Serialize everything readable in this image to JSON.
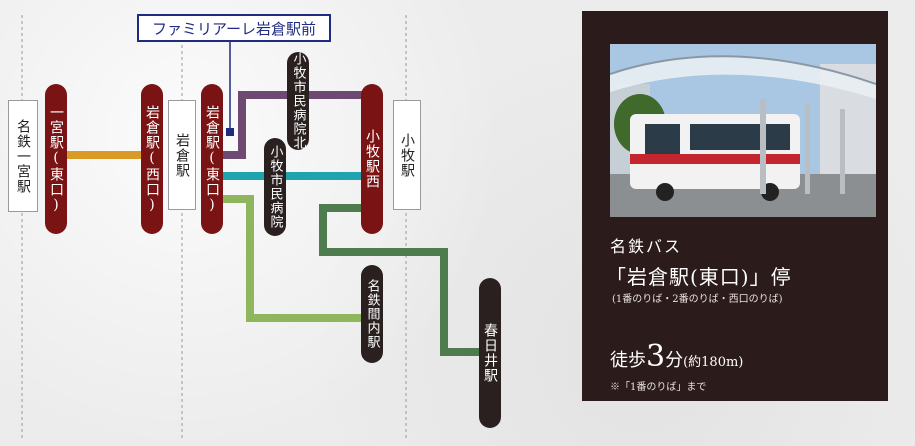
{
  "bus_stop_label": "ファミリアーレ岩倉駅前",
  "stations": {
    "meitetsu_ichinomiya": "名鉄一宮駅",
    "ichinomiya_east": "一宮駅(東口)",
    "iwakura_west": "岩倉駅(西口)",
    "iwakura": "岩倉駅",
    "iwakura_east": "岩倉駅(東口)",
    "komaki_hospital_north": "小牧市民病院北",
    "komaki_hospital": "小牧市民病院",
    "komaki_west": "小牧駅西",
    "komaki": "小牧駅",
    "meitetsu_mamauchi": "名鉄間内駅",
    "kasugai": "春日井駅"
  },
  "info": {
    "company": "名鉄バス",
    "stop_name": "「岩倉駅(東口)」停",
    "platforms": "(1番のりば・2番のりば・西口のりば)",
    "walk_prefix": "徒歩",
    "walk_minutes": "3",
    "walk_unit": "分",
    "walk_distance": "(約180m)",
    "note": "※「1番のりば」まで"
  },
  "colors": {
    "orange_route": "#d99a26",
    "purple_route": "#6e4a72",
    "teal_route": "#1fa3ad",
    "green_route": "#8fb65c",
    "darkgreen_route": "#4f7c4f",
    "station_red": "#7a1414",
    "station_black": "#2a2020",
    "bus_stop_blue": "#1e2b80",
    "panel_bg": "#2b1b1a"
  }
}
